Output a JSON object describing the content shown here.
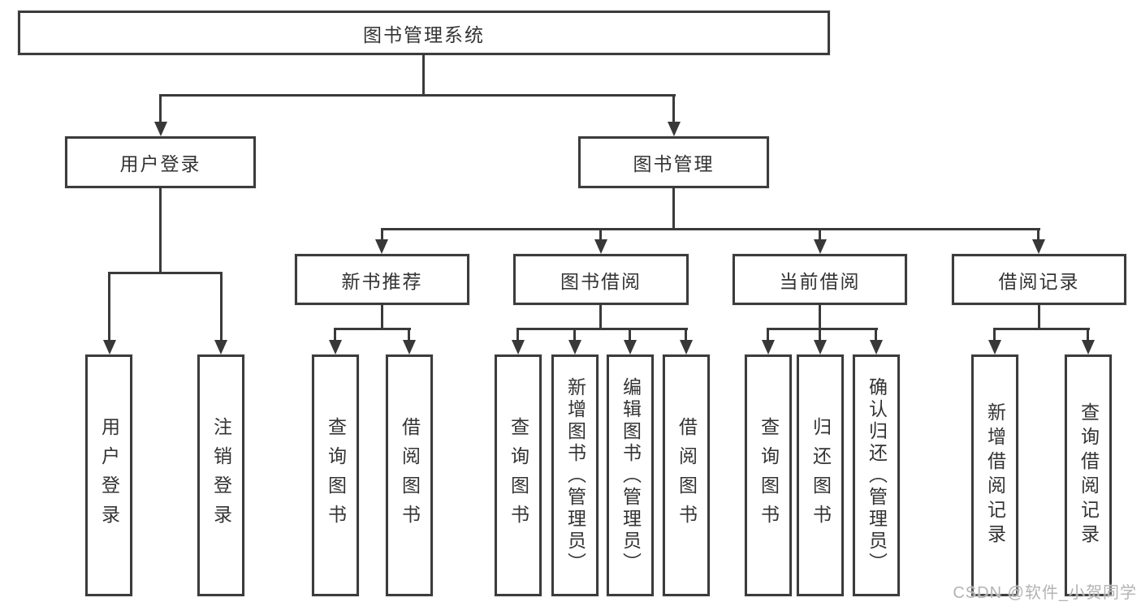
{
  "diagram": {
    "title": "图书管理系统",
    "colors": {
      "border": "#3c3c3c",
      "line": "#3a3a3a",
      "text": "#333333",
      "watermark": "#b3b3b3",
      "background": "#ffffff"
    },
    "nodes": {
      "root": "图书管理系统",
      "user_login": "用户登录",
      "book_mgmt": "图书管理",
      "new_book": "新书推荐",
      "book_borrow": "图书借阅",
      "current_borrow": "当前借阅",
      "borrow_record": "借阅记录",
      "ul_login": "用户登录",
      "ul_logout": "注销登录",
      "nb_query": "查询图书",
      "nb_borrow": "借阅图书",
      "bb_query": "查询图书",
      "bb_add": "新增图书（管理员）",
      "bb_edit": "编辑图书（管理员）",
      "bb_borrow": "借阅图书",
      "cb_query": "查询图书",
      "cb_return": "归还图书",
      "cb_confirm": "确认归还（管理员）",
      "br_add": "新增借阅记录",
      "br_query": "查询借阅记录"
    },
    "hierarchy": {
      "图书管理系统": {
        "用户登录": [
          "用户登录",
          "注销登录"
        ],
        "图书管理": {
          "新书推荐": [
            "查询图书",
            "借阅图书"
          ],
          "图书借阅": [
            "查询图书",
            "新增图书（管理员）",
            "编辑图书（管理员）",
            "借阅图书"
          ],
          "当前借阅": [
            "查询图书",
            "归还图书",
            "确认归还（管理员）"
          ],
          "借阅记录": [
            "新增借阅记录",
            "查询借阅记录"
          ]
        }
      }
    }
  },
  "watermark": "CSDN @软件_小贺同学"
}
